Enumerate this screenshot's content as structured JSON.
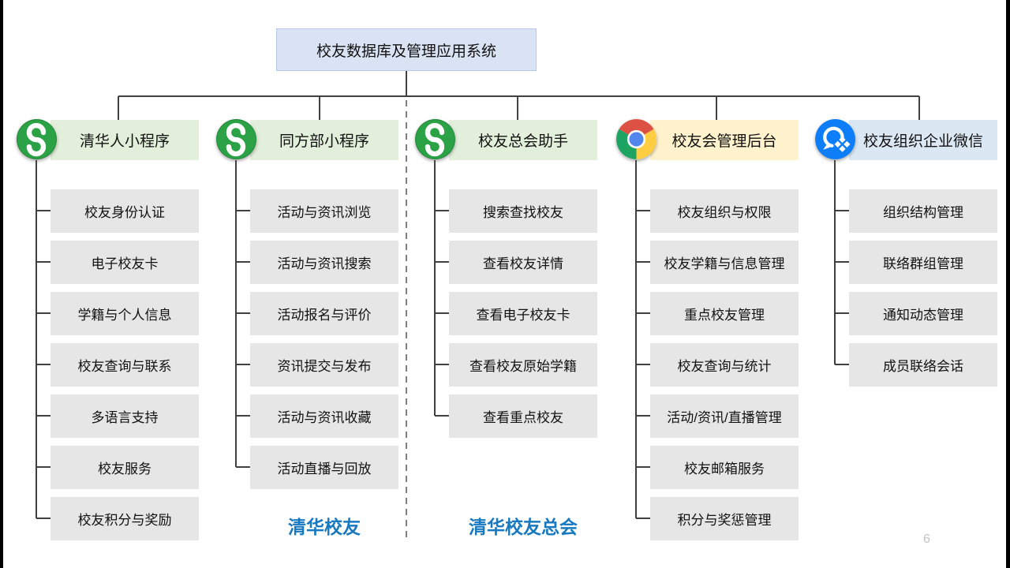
{
  "page": {
    "title": "校友数据库及管理应用系统",
    "page_number": "6"
  },
  "colors": {
    "root_fill": "#dae3f3",
    "root_border": "#b9c9e8",
    "green_header": "#e2efda",
    "yellow_header": "#fff2cc",
    "blue_header": "#dbe8f4",
    "item_fill": "#e7e6e6",
    "connector_line": "#404040",
    "divider_gray": "#7f7f7f",
    "footer_blue": "#1879c0",
    "wechat_green": "#2ba245",
    "wecom_blue": "#0d7ef7",
    "chrome_red": "#dd5144",
    "chrome_yellow": "#ffcd42",
    "chrome_green": "#1da462",
    "chrome_blue": "#5186ec"
  },
  "columns": [
    {
      "label": "清华人小程序",
      "icon": "wechat-miniprogram-icon",
      "header_color": "#e2efda",
      "items": [
        "校友身份认证",
        "电子校友卡",
        "学籍与个人信息",
        "校友查询与联系",
        "多语言支持",
        "校友服务",
        "校友积分与奖励"
      ]
    },
    {
      "label": "同方部小程序",
      "icon": "wechat-miniprogram-icon",
      "header_color": "#e2efda",
      "items": [
        "活动与资讯浏览",
        "活动与资讯搜索",
        "活动报名与评价",
        "资讯提交与发布",
        "活动与资讯收藏",
        "活动直播与回放"
      ]
    },
    {
      "label": "校友总会助手",
      "icon": "wechat-miniprogram-icon",
      "header_color": "#e2efda",
      "items": [
        "搜索查找校友",
        "查看校友详情",
        "查看电子校友卡",
        "查看校友原始学籍",
        "查看重点校友"
      ]
    },
    {
      "label": "校友会管理后台",
      "icon": "chrome-icon",
      "header_color": "#fff2cc",
      "items": [
        "校友组织与权限",
        "校友学籍与信息管理",
        "重点校友管理",
        "校友查询与统计",
        "活动/资讯/直播管理",
        "校友邮箱服务",
        "积分与奖惩管理"
      ]
    },
    {
      "label": "校友组织企业微信",
      "icon": "wecom-icon",
      "header_color": "#dbe8f4",
      "items": [
        "组织结构管理",
        "联络群组管理",
        "通知动态管理",
        "成员联络会话"
      ]
    }
  ],
  "footers": [
    {
      "label": "清华校友"
    },
    {
      "label": "清华校友总会"
    }
  ]
}
